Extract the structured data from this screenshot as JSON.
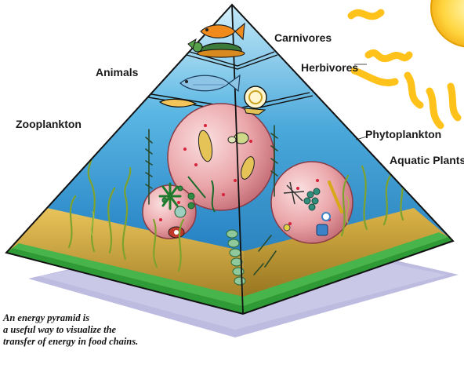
{
  "labels": {
    "carnivores": "Carnivores",
    "herbivores": "Herbivores",
    "animals": "Animals",
    "zooplankton": "Zooplankton",
    "phytoplankton": "Phytoplankton",
    "aquatic_plants": "Aquatic Plants"
  },
  "caption": {
    "line1": "An energy pyramid is",
    "line2": "a useful way to visualize the",
    "line3": "transfer of energy in food chains."
  },
  "colors": {
    "water_deep": "#1e7fc4",
    "water_light": "#c9ecfa",
    "sun": "#ffd23c",
    "sun_rays": "#ffc21a",
    "sphere": "#e8a0a4",
    "sediment": "#d8a92e",
    "ground_band": "#2e9b37",
    "shadow": "#b7b4d8",
    "outline": "#111111"
  },
  "icons": [
    "sun",
    "fish",
    "turtle",
    "snail",
    "eel",
    "plankton-sphere",
    "seaweed"
  ]
}
